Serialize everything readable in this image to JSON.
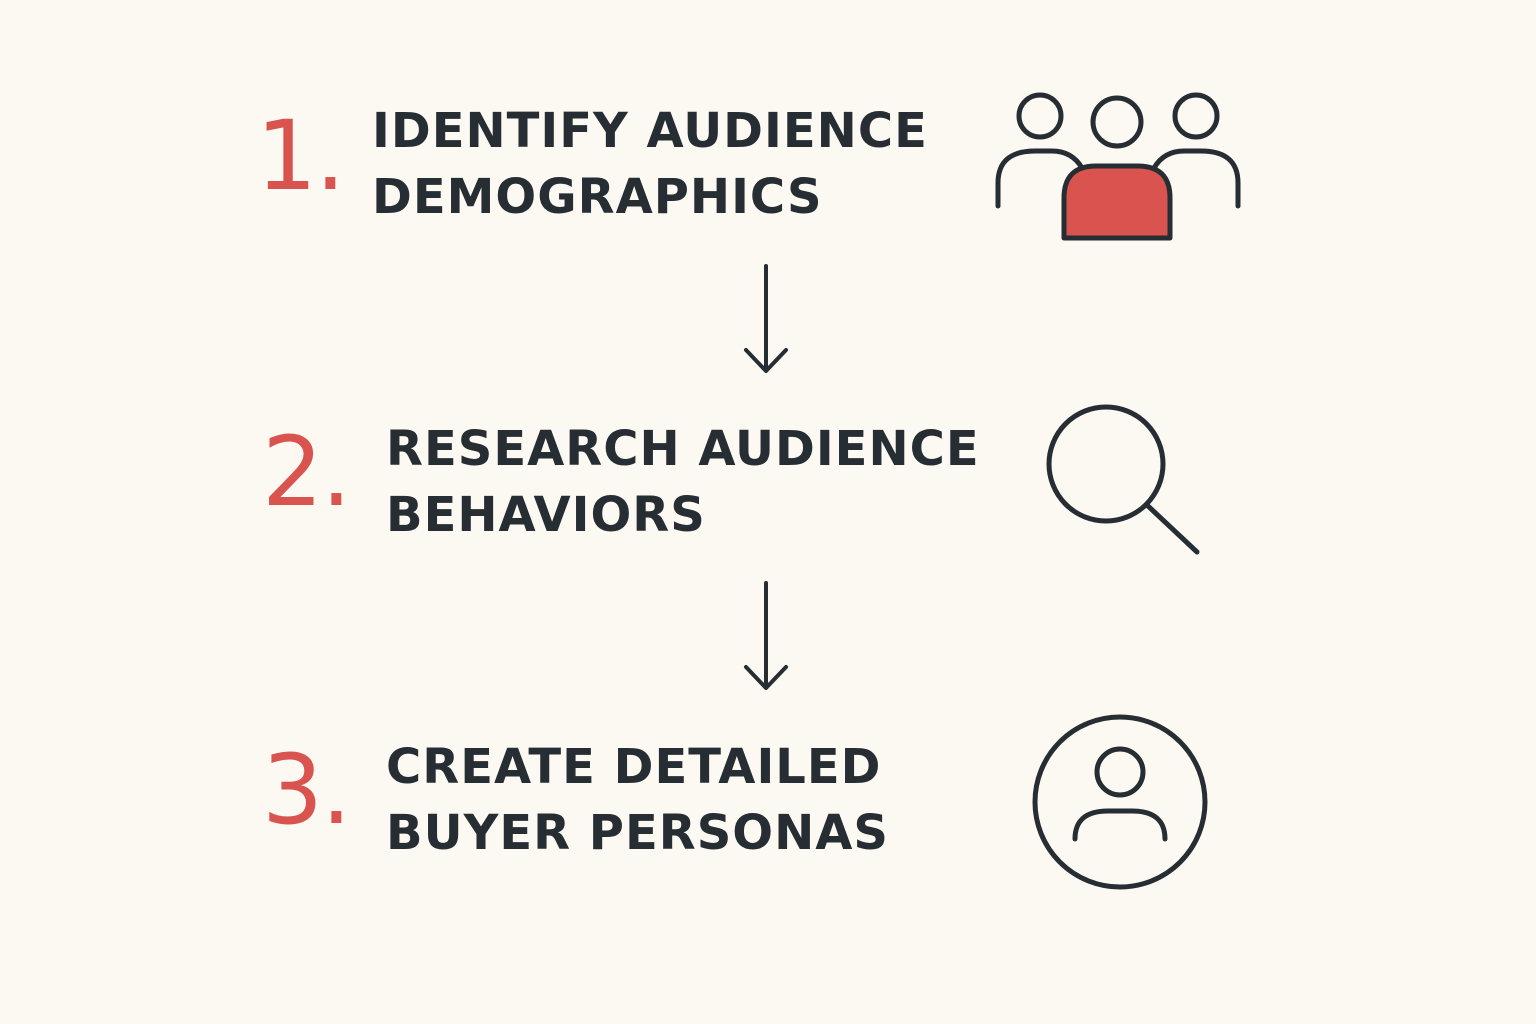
{
  "colors": {
    "background": "#fcf9f3",
    "accent": "#d9534f",
    "ink": "#262d33"
  },
  "steps": [
    {
      "number": "1.",
      "line1": "IDENTIFY AUDIENCE",
      "line2": "DEMOGRAPHICS",
      "icon": "group-people-icon"
    },
    {
      "number": "2.",
      "line1": "RESEARCH AUDIENCE",
      "line2": "BEHAVIORS",
      "icon": "magnifier-icon"
    },
    {
      "number": "3.",
      "line1": "CREATE DETAILED",
      "line2": "BUYER PERSONAS",
      "icon": "user-circle-icon"
    }
  ],
  "connectors": [
    "down-arrow",
    "down-arrow"
  ]
}
